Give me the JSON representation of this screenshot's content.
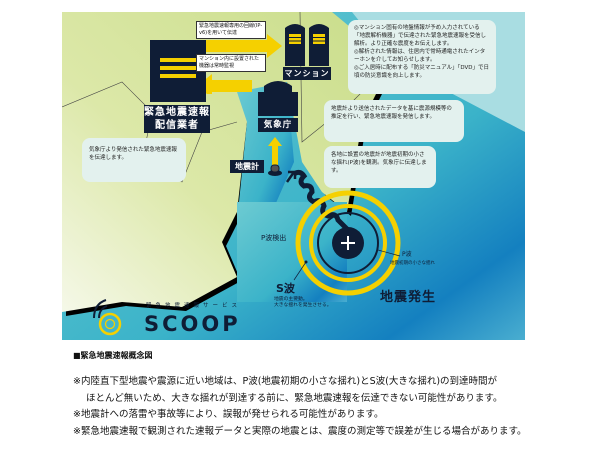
{
  "diagram": {
    "line_note": "緊急地震速報専用の回線(IP-v6)を用いて伝達",
    "monitor_note": "マンション内に設置された機器は常時監視",
    "provider_label": [
      "緊急地震速報",
      "配信業者"
    ],
    "mansion_label": "マンション",
    "jma_label": "気象庁",
    "seismometer_label": "地震計",
    "callout_mansion": [
      "◎マンション固有の地盤情報が予め入力されている「地震解析機器」で伝達された緊急地震速報を受信し解析。より正確な震度をお伝えします。",
      "◎解析された情報は、住居内で常時通電されたインターホンを介してお知らせします。",
      "◎ご入居時に配布する「防災マニュアル」「DVD」で日頃の防災意識を向上します。"
    ],
    "callout_jma": "地震計より送信されたデータを基に震源規模等の推定を行い、緊急地震速報を発信します。",
    "callout_seismometer": "各地に設置の地震計が地震初期の小さな揺れ(P波)を観測。気象庁に伝達します。",
    "callout_provider": "気象庁より発信された緊急地震速報を伝達します。",
    "p_wave_detect": "P波検出",
    "p_wave": "P波",
    "p_wave_desc": "地震初期の小さな揺れ",
    "s_wave": "S波",
    "s_wave_desc": [
      "地震の主要動。",
      "大きな揺れを発生させる。"
    ],
    "epicenter": "地震発生",
    "logo_sub": "緊急地震速報サービス",
    "logo": "SCOOP",
    "colors": {
      "navy": "#0f1d36",
      "yellow": "#f5d000",
      "land": "#dce8a8",
      "sea": "#4fc0cc"
    }
  },
  "caption": "■緊急地震速報概念図",
  "notes": [
    "※内陸直下型地震や震源に近い地域は、P波(地震初期の小さな揺れ)とS波(大きな揺れ)の到達時間が",
    "ほとんど無いため、大きな揺れが到達する前に、緊急地震速報を伝達できない可能性があります。",
    "※地震計への落雷や事故等により、誤報が発せられる可能性があります。",
    "※緊急地震速報で観測された速報データと実際の地震とは、震度の測定等で誤差が生じる場合があります。"
  ]
}
